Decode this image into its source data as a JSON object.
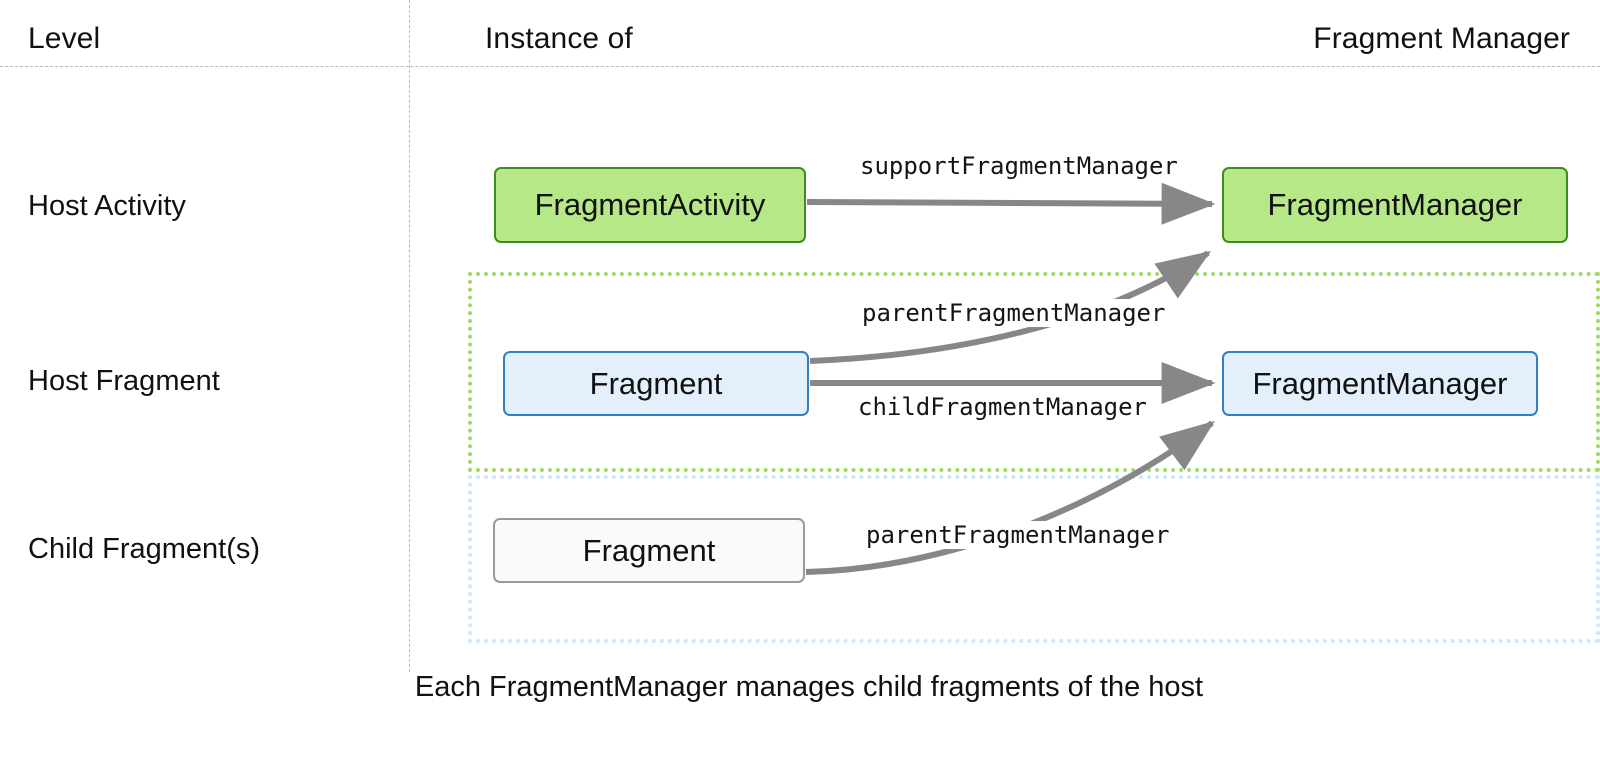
{
  "header": {
    "columns": [
      {
        "id": "level",
        "label": "Level"
      },
      {
        "id": "instance_of",
        "label": "Instance of"
      },
      {
        "id": "fragment_manager",
        "label": "Fragment Manager"
      }
    ]
  },
  "rows": [
    {
      "id": "host_activity",
      "label": "Host Activity"
    },
    {
      "id": "host_fragment",
      "label": "Host Fragment"
    },
    {
      "id": "child_fragment",
      "label": "Child Fragment(s)"
    }
  ],
  "nodes": {
    "fragment_activity": {
      "label": "FragmentActivity",
      "fill": "#b7e887",
      "stroke": "#3c8c1e"
    },
    "fm_activity": {
      "label": "FragmentManager",
      "fill": "#b7e887",
      "stroke": "#3c8c1e"
    },
    "fragment_host": {
      "label": "Fragment",
      "fill": "#e3f0fc",
      "stroke": "#2f7fc7"
    },
    "fm_host": {
      "label": "FragmentManager",
      "fill": "#e3f0fc",
      "stroke": "#2f7fc7"
    },
    "fragment_child": {
      "label": "Fragment",
      "fill": "#fafafa",
      "stroke": "#9a9a9a"
    }
  },
  "groups": {
    "host_fragment_group": {
      "stroke": "#9fdb68"
    },
    "child_fragment_group": {
      "stroke": "#cfe6fb"
    }
  },
  "edges": [
    {
      "id": "support_fragment_manager",
      "label": "supportFragmentManager",
      "from": "fragment_activity",
      "to": "fm_activity"
    },
    {
      "id": "parent_fragment_manager_host",
      "label": "parentFragmentManager",
      "from": "fragment_host",
      "to": "fm_activity"
    },
    {
      "id": "child_fragment_manager",
      "label": "childFragmentManager",
      "from": "fragment_host",
      "to": "fm_host"
    },
    {
      "id": "parent_fragment_manager_child",
      "label": "parentFragmentManager",
      "from": "fragment_child",
      "to": "fm_host"
    }
  ],
  "caption": {
    "text": "Each FragmentManager manages child fragments of the host"
  },
  "colors": {
    "arrow": "#878787",
    "rule": "#b9b9b9",
    "text": "#111111",
    "background": "#ffffff"
  }
}
